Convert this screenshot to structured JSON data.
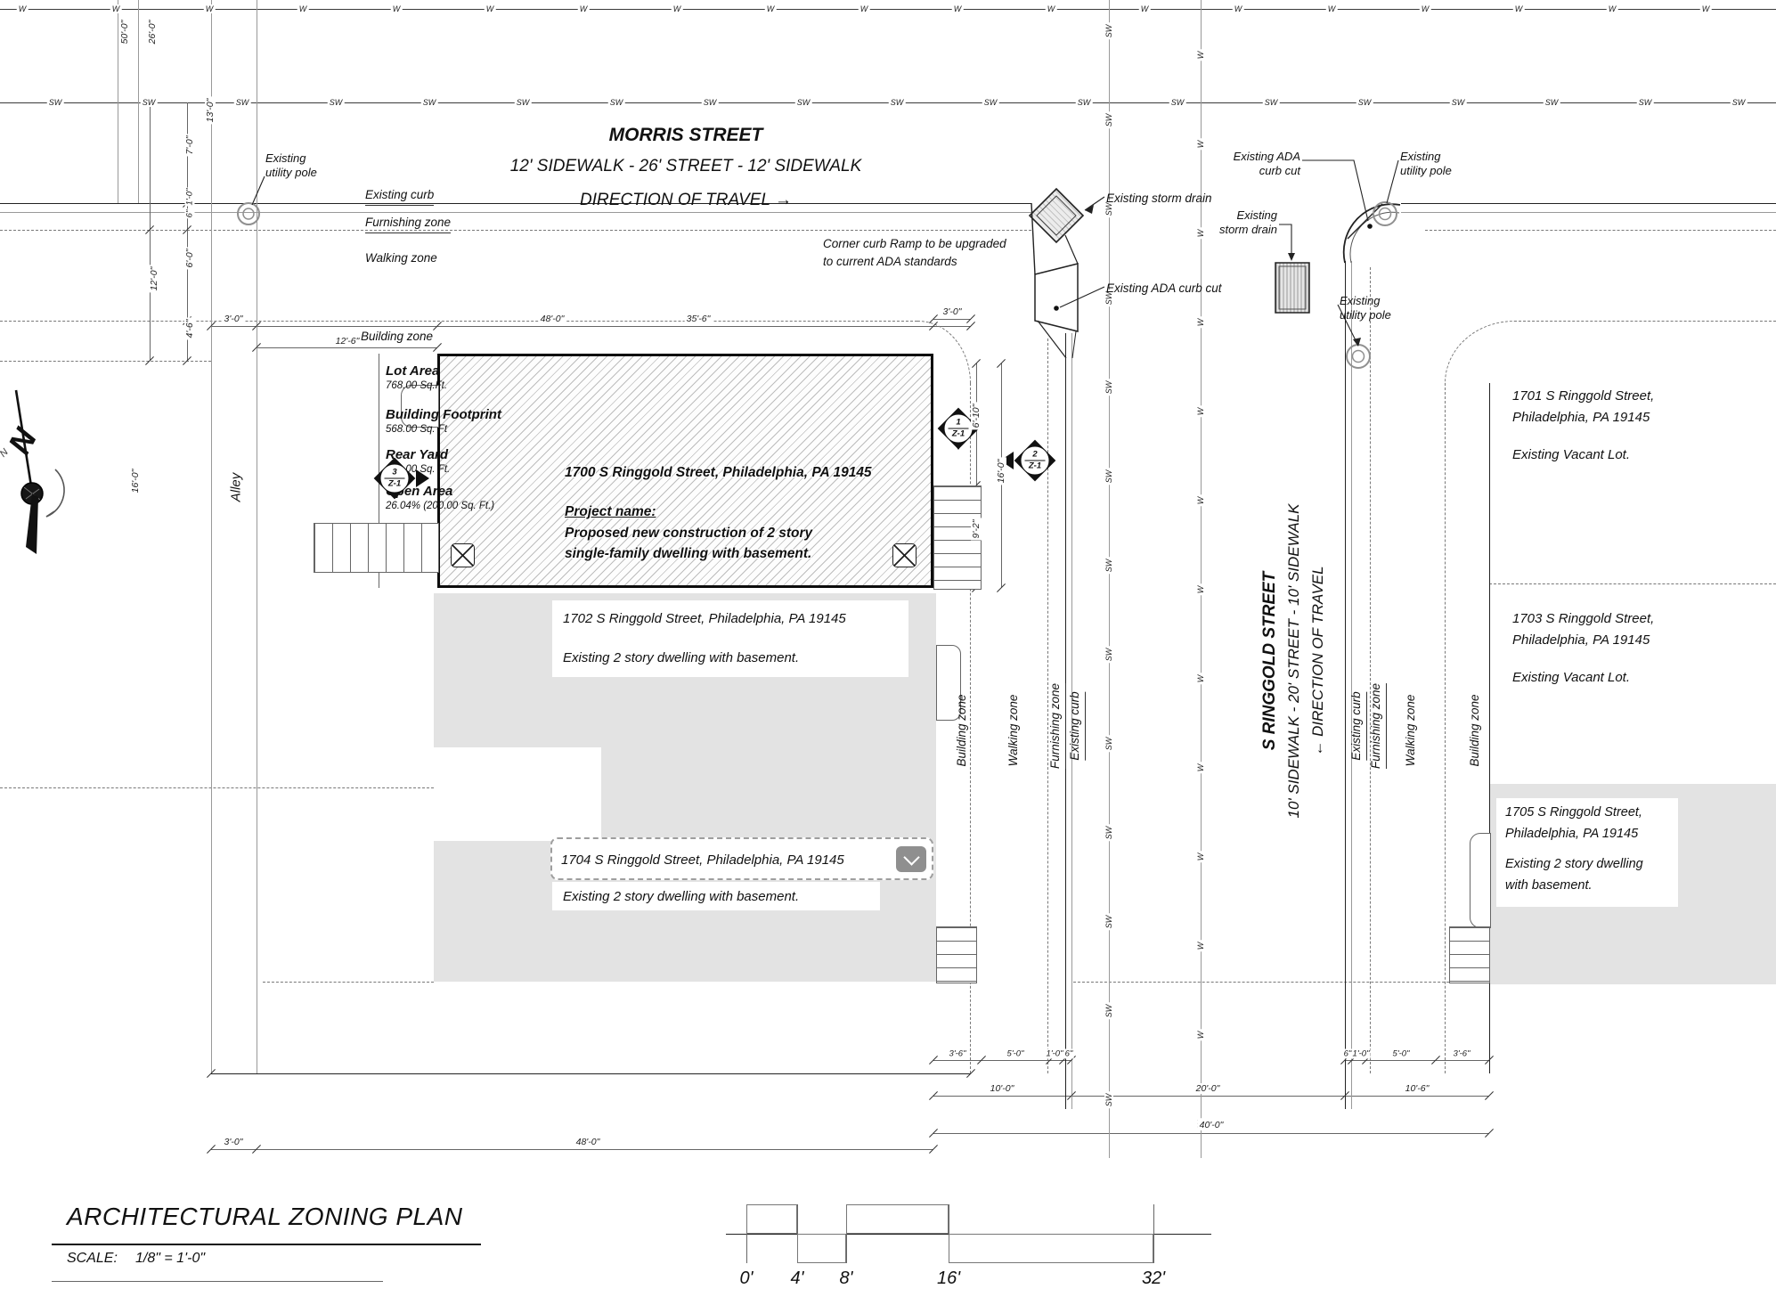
{
  "streets": {
    "morris": {
      "name": "MORRIS STREET",
      "spec": "12' SIDEWALK - 26' STREET - 12' SIDEWALK",
      "direction": "DIRECTION OF TRAVEL →"
    },
    "ringgold": {
      "name": "S RINGGOLD STREET",
      "spec": "10' SIDEWALK - 20' STREET - 10' SIDEWALK",
      "direction": "← DIRECTION OF TRAVEL"
    }
  },
  "zones": {
    "building": "Building zone",
    "walking": "Walking zone",
    "furnishing": "Furnishing zone",
    "curb": "Existing curb",
    "alley": "Alley"
  },
  "notes": {
    "ramp_l1": "Corner curb Ramp to be upgraded",
    "ramp_l2": "to current ADA standards",
    "pole_l1": "Existing",
    "pole_l2": "utility pole",
    "storm_inline": "Existing storm drain",
    "storm_l1": "Existing",
    "storm_l2": "storm drain",
    "ada_inline": "Existing ADA curb cut",
    "ada_l1": "Existing ADA",
    "ada_l2": "curb cut"
  },
  "lot_info": {
    "items": [
      {
        "label": "Lot Area",
        "value": "768.00 Sq.Ft."
      },
      {
        "label": "Building Footprint",
        "value": "568.00 Sq. Ft"
      },
      {
        "label": "Rear Yard",
        "value": "200.00 Sq. Ft."
      },
      {
        "label": "Open Area",
        "value": "26.04% (200.00 Sq. Ft.)"
      }
    ]
  },
  "parcels": {
    "p1700": {
      "address": "1700 S Ringgold Street, Philadelphia, PA 19145",
      "project_label": "Project name:",
      "project_l1": "Proposed new construction of 2 story",
      "project_l2": "single-family dwelling with basement."
    },
    "p1702": {
      "address": "1702 S Ringgold Street, Philadelphia, PA 19145",
      "desc": "Existing 2 story dwelling with basement."
    },
    "p1704": {
      "address": "1704 S Ringgold Street, Philadelphia, PA 19145",
      "desc": "Existing 2 story dwelling with basement."
    },
    "p1701": {
      "a1": "1701 S Ringgold Street,",
      "a2": "Philadelphia, PA 19145",
      "desc": "Existing Vacant Lot."
    },
    "p1703": {
      "a1": "1703 S Ringgold Street,",
      "a2": "Philadelphia, PA 19145",
      "desc": "Existing Vacant Lot."
    },
    "p1705": {
      "a1": "1705 S Ringgold Street,",
      "a2": "Philadelphia, PA 19145",
      "d1": "Existing 2 story dwelling",
      "d2": "with basement."
    }
  },
  "markers": {
    "m1": {
      "num": "1",
      "ref": "Z-1"
    },
    "m2": {
      "num": "2",
      "ref": "Z-1"
    },
    "m3": {
      "num": "3",
      "ref": "Z-1"
    }
  },
  "dims": {
    "d3_0": "3'-0\"",
    "d48": "48'-0\"",
    "d35_6": "35'-6\"",
    "d12_6": "12'-6\"",
    "d6_10": "6'-10\"",
    "d16": "16'-0\"",
    "d9_2": "9'-2\"",
    "d50": "50'-0\"",
    "d26": "26'-0\"",
    "d13": "13'-0\"",
    "d7": "7'-0\"",
    "d1": "1'-0\"",
    "d6in": "6\"",
    "d6": "6'-0\"",
    "d12": "12'-0\"",
    "d4_6": "4'-6\"",
    "d3_6": "3'-6\"",
    "d5": "5'-0\"",
    "d10": "10'-0\"",
    "d20": "20'-0\"",
    "d10_6": "10'-6\"",
    "d40": "40'-0\""
  },
  "utility": {
    "w": "W",
    "sw": "SW"
  },
  "compass": {
    "n": "N"
  },
  "title_block": {
    "title": "ARCHITECTURAL ZONING PLAN",
    "scale_label": "SCALE:",
    "scale_value": "1/8\" = 1'-0\""
  },
  "scale_bar": {
    "labels": [
      "0'",
      "4'",
      "8'",
      "16'",
      "32'"
    ]
  }
}
